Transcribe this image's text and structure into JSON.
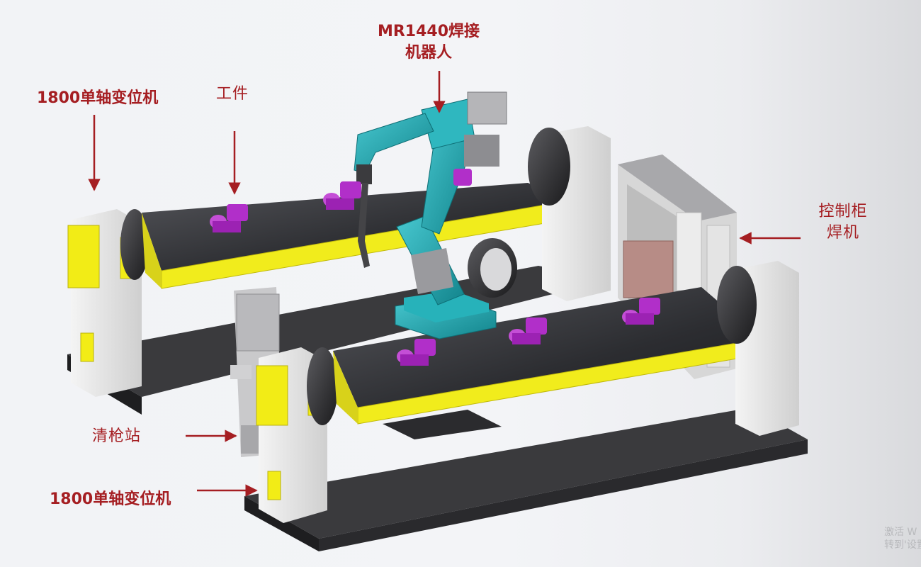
{
  "labels": {
    "robot": [
      "MR1440焊接",
      "机器人"
    ],
    "positioner_top": "1800单轴变位机",
    "workpiece": "工件",
    "control": [
      "控制柜",
      "焊机"
    ],
    "torch_station": "清枪站",
    "positioner_bottom": "1800单轴变位机"
  },
  "watermark": [
    "激活 W",
    "转到'设置"
  ],
  "colors": {
    "label": "#a51e22",
    "arrow": "#a51e22",
    "robot": "#1fa3ad",
    "workpiece": "#b12fc9",
    "rail": "#f1ec1c",
    "frame": "#dcdcdc",
    "table_top": "#3b3c40"
  }
}
